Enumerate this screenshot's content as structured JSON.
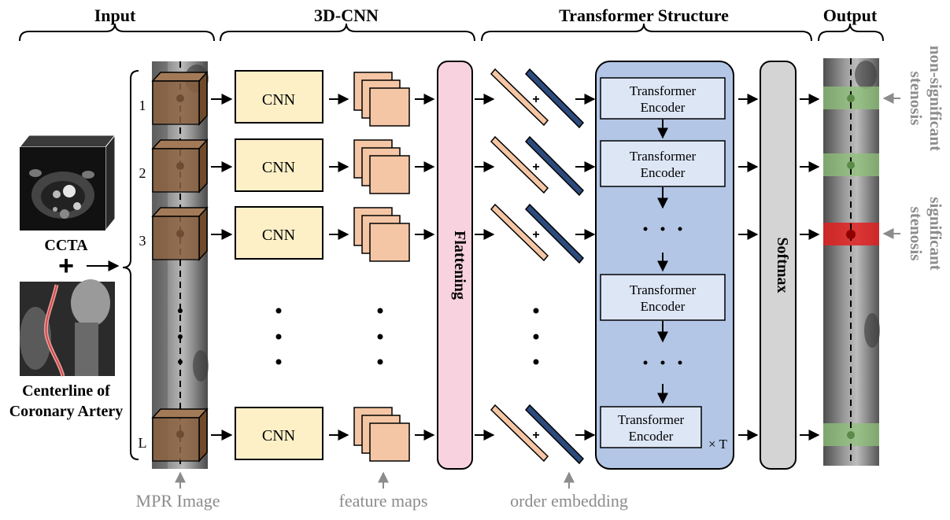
{
  "sections": {
    "input": "Input",
    "cnn": "3D-CNN",
    "transformer": "Transformer Structure",
    "output": "Output"
  },
  "inputs": {
    "ccta_label": "CCTA",
    "centerline_line1": "Centerline of",
    "centerline_line2": "Coronary Artery",
    "plus": "+"
  },
  "mpr": {
    "row_labels": [
      "1",
      "2",
      "3",
      "L"
    ]
  },
  "blocks": {
    "cnn": "CNN",
    "flattening": "Flattening",
    "softmax": "Softmax",
    "encoder_line1": "Transformer",
    "encoder_line2": "Encoder",
    "times_t": "× T",
    "plus": "+"
  },
  "annotations": {
    "mpr_image": "MPR Image",
    "feature_maps": "feature maps",
    "order_embedding": "order embedding",
    "non_significant_line1": "non-significant",
    "non_significant_line2": "stenosis",
    "significant_line1": "significant",
    "significant_line2": "stenosis"
  },
  "colors": {
    "cnn_fill": "#fdf0c6",
    "feature_fill": "#f5c6a5",
    "flatten_fill": "#f9d2e0",
    "transformer_bg": "#b3c6e6",
    "encoder_fill": "#dde6f5",
    "softmax_fill": "#d4d4d4",
    "embed_orange": "#f5c6a5",
    "embed_blue": "#2c4a7c",
    "cube_fill": "#8b5a2b",
    "green_band": "#8fc27a",
    "red_band": "#e02020",
    "annotation_grey": "#8c8c8c"
  }
}
